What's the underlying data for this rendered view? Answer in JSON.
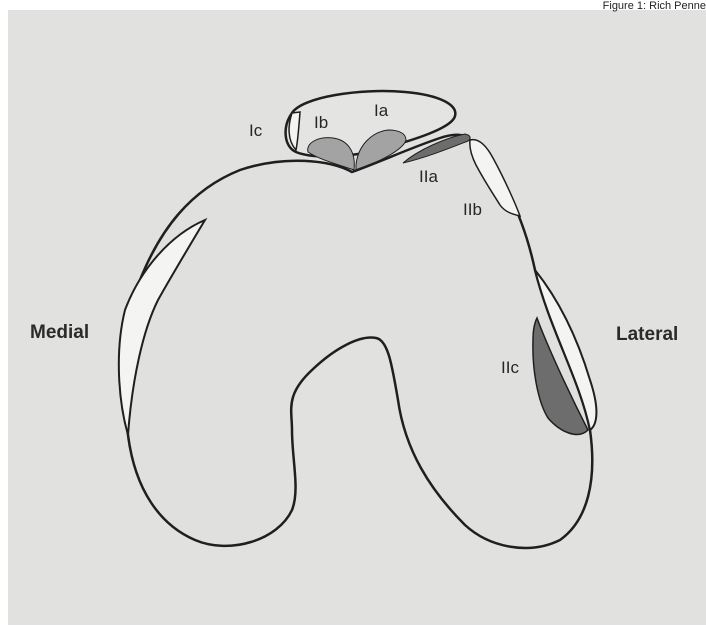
{
  "figure": {
    "caption": "Figure 1: Rich Penne",
    "side_labels": {
      "medial": "Medial",
      "lateral": "Lateral"
    },
    "region_labels": {
      "ia": "Ia",
      "ib": "Ib",
      "ic": "Ic",
      "iia": "IIa",
      "iib": "IIb",
      "iic": "IIc"
    },
    "colors": {
      "background": "#e1e1df",
      "outline": "#1f1f1f",
      "light_region": "#f4f4f2",
      "mid_region": "#a3a3a3",
      "dark_region": "#6d6d6d"
    }
  }
}
